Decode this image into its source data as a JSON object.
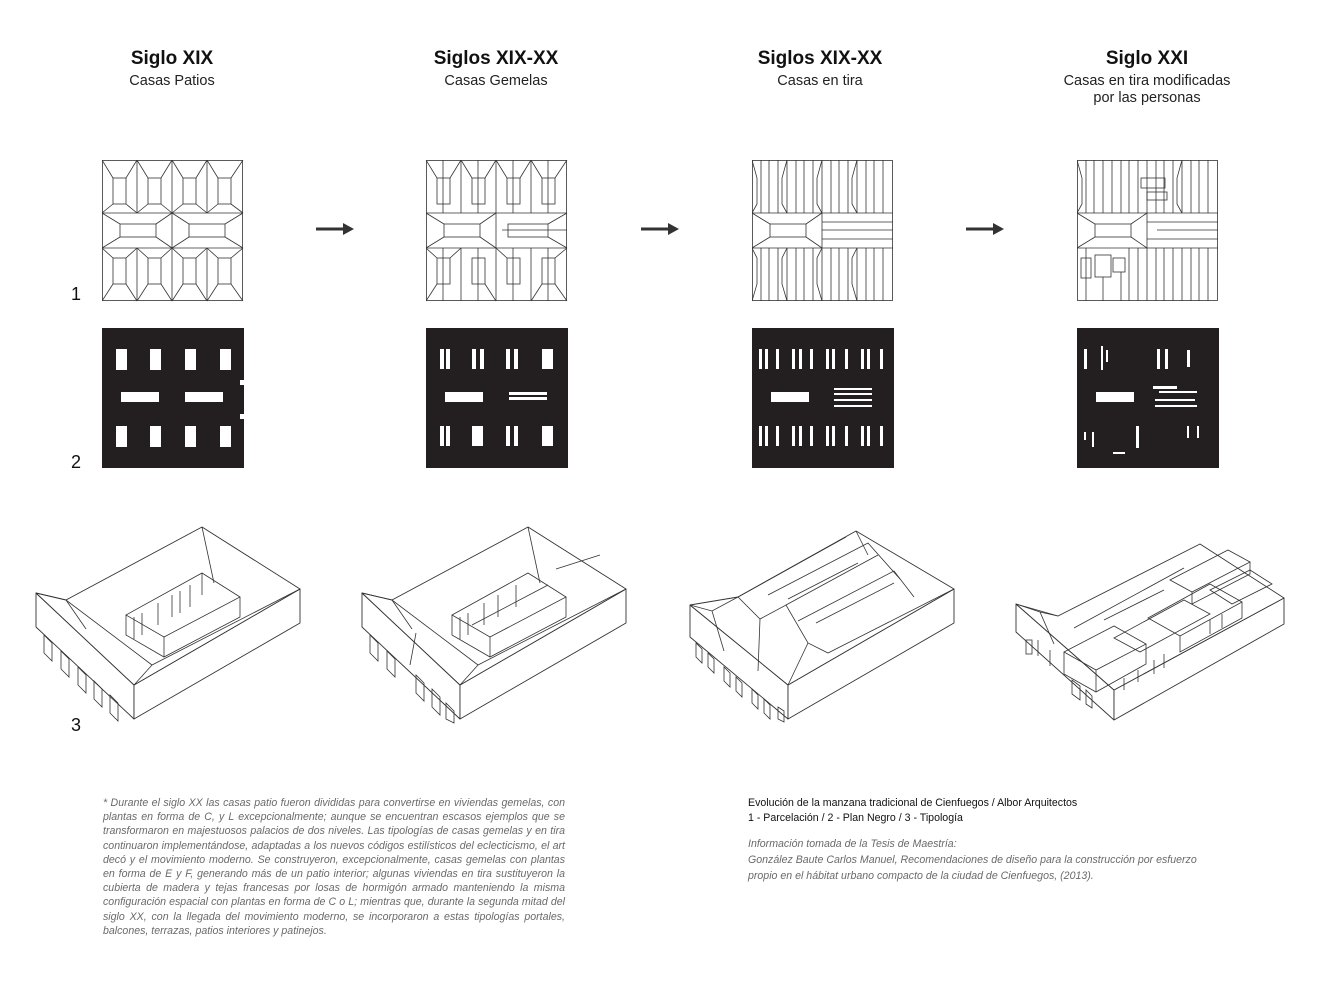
{
  "columns": [
    {
      "title": "Siglo XIX",
      "subtitle": "Casas Patios"
    },
    {
      "title": "Siglos XIX-XX",
      "subtitle": "Casas Gemelas"
    },
    {
      "title": "Siglos XIX-XX",
      "subtitle": "Casas en tira"
    },
    {
      "title": "Siglo XXI",
      "subtitle": "Casas en tira modificadas\npor las personas"
    }
  ],
  "row_numbers": [
    "1",
    "2",
    "3"
  ],
  "footnote": "* Durante el siglo XX las casas patio fueron divididas para convertirse en viviendas gemelas, con plantas en forma de C, y L excepcionalmente; aunque se encuentran escasos ejemplos que se transformaron en majestuosos palacios de dos niveles. Las tipologías de casas gemelas y en tira continuaron implementándose, adaptadas a los nuevos códigos estilísticos del eclecticismo, el art decó y el movimiento moderno.  Se construyeron, excepcionalmente, casas gemelas con plantas en forma de E y F, generando más de un patio interior; algunas viviendas en tira sustituyeron la cubierta de madera y tejas francesas por losas de hormigón armado manteniendo la misma configuración espacial con plantas en forma de C o L; mientras que, durante la segunda mitad del siglo XX, con la llegada del movimiento moderno, se incorporaron a estas tipologías portales, balcones, terrazas, patios interiores y patinejos.",
  "caption": {
    "title": "Evolución de la manzana tradicional de Cienfuegos / Albor Arquitectos",
    "legend": "1 -  Parcelación  /  2 -  Plan Negro  /  3 -  Tipología"
  },
  "source": {
    "line1": "Información tomada de la Tesis de Maestría:",
    "line2": "González Baute Carlos  Manuel, Recomendaciones de diseño para la construcción por esfuerzo",
    "line3": "propio en el hábitat urbano compacto de la ciudad de Cienfuegos, (2013)."
  },
  "colors": {
    "ink": "#222222",
    "fill_black": "#231f20",
    "arrow": "#333333"
  }
}
